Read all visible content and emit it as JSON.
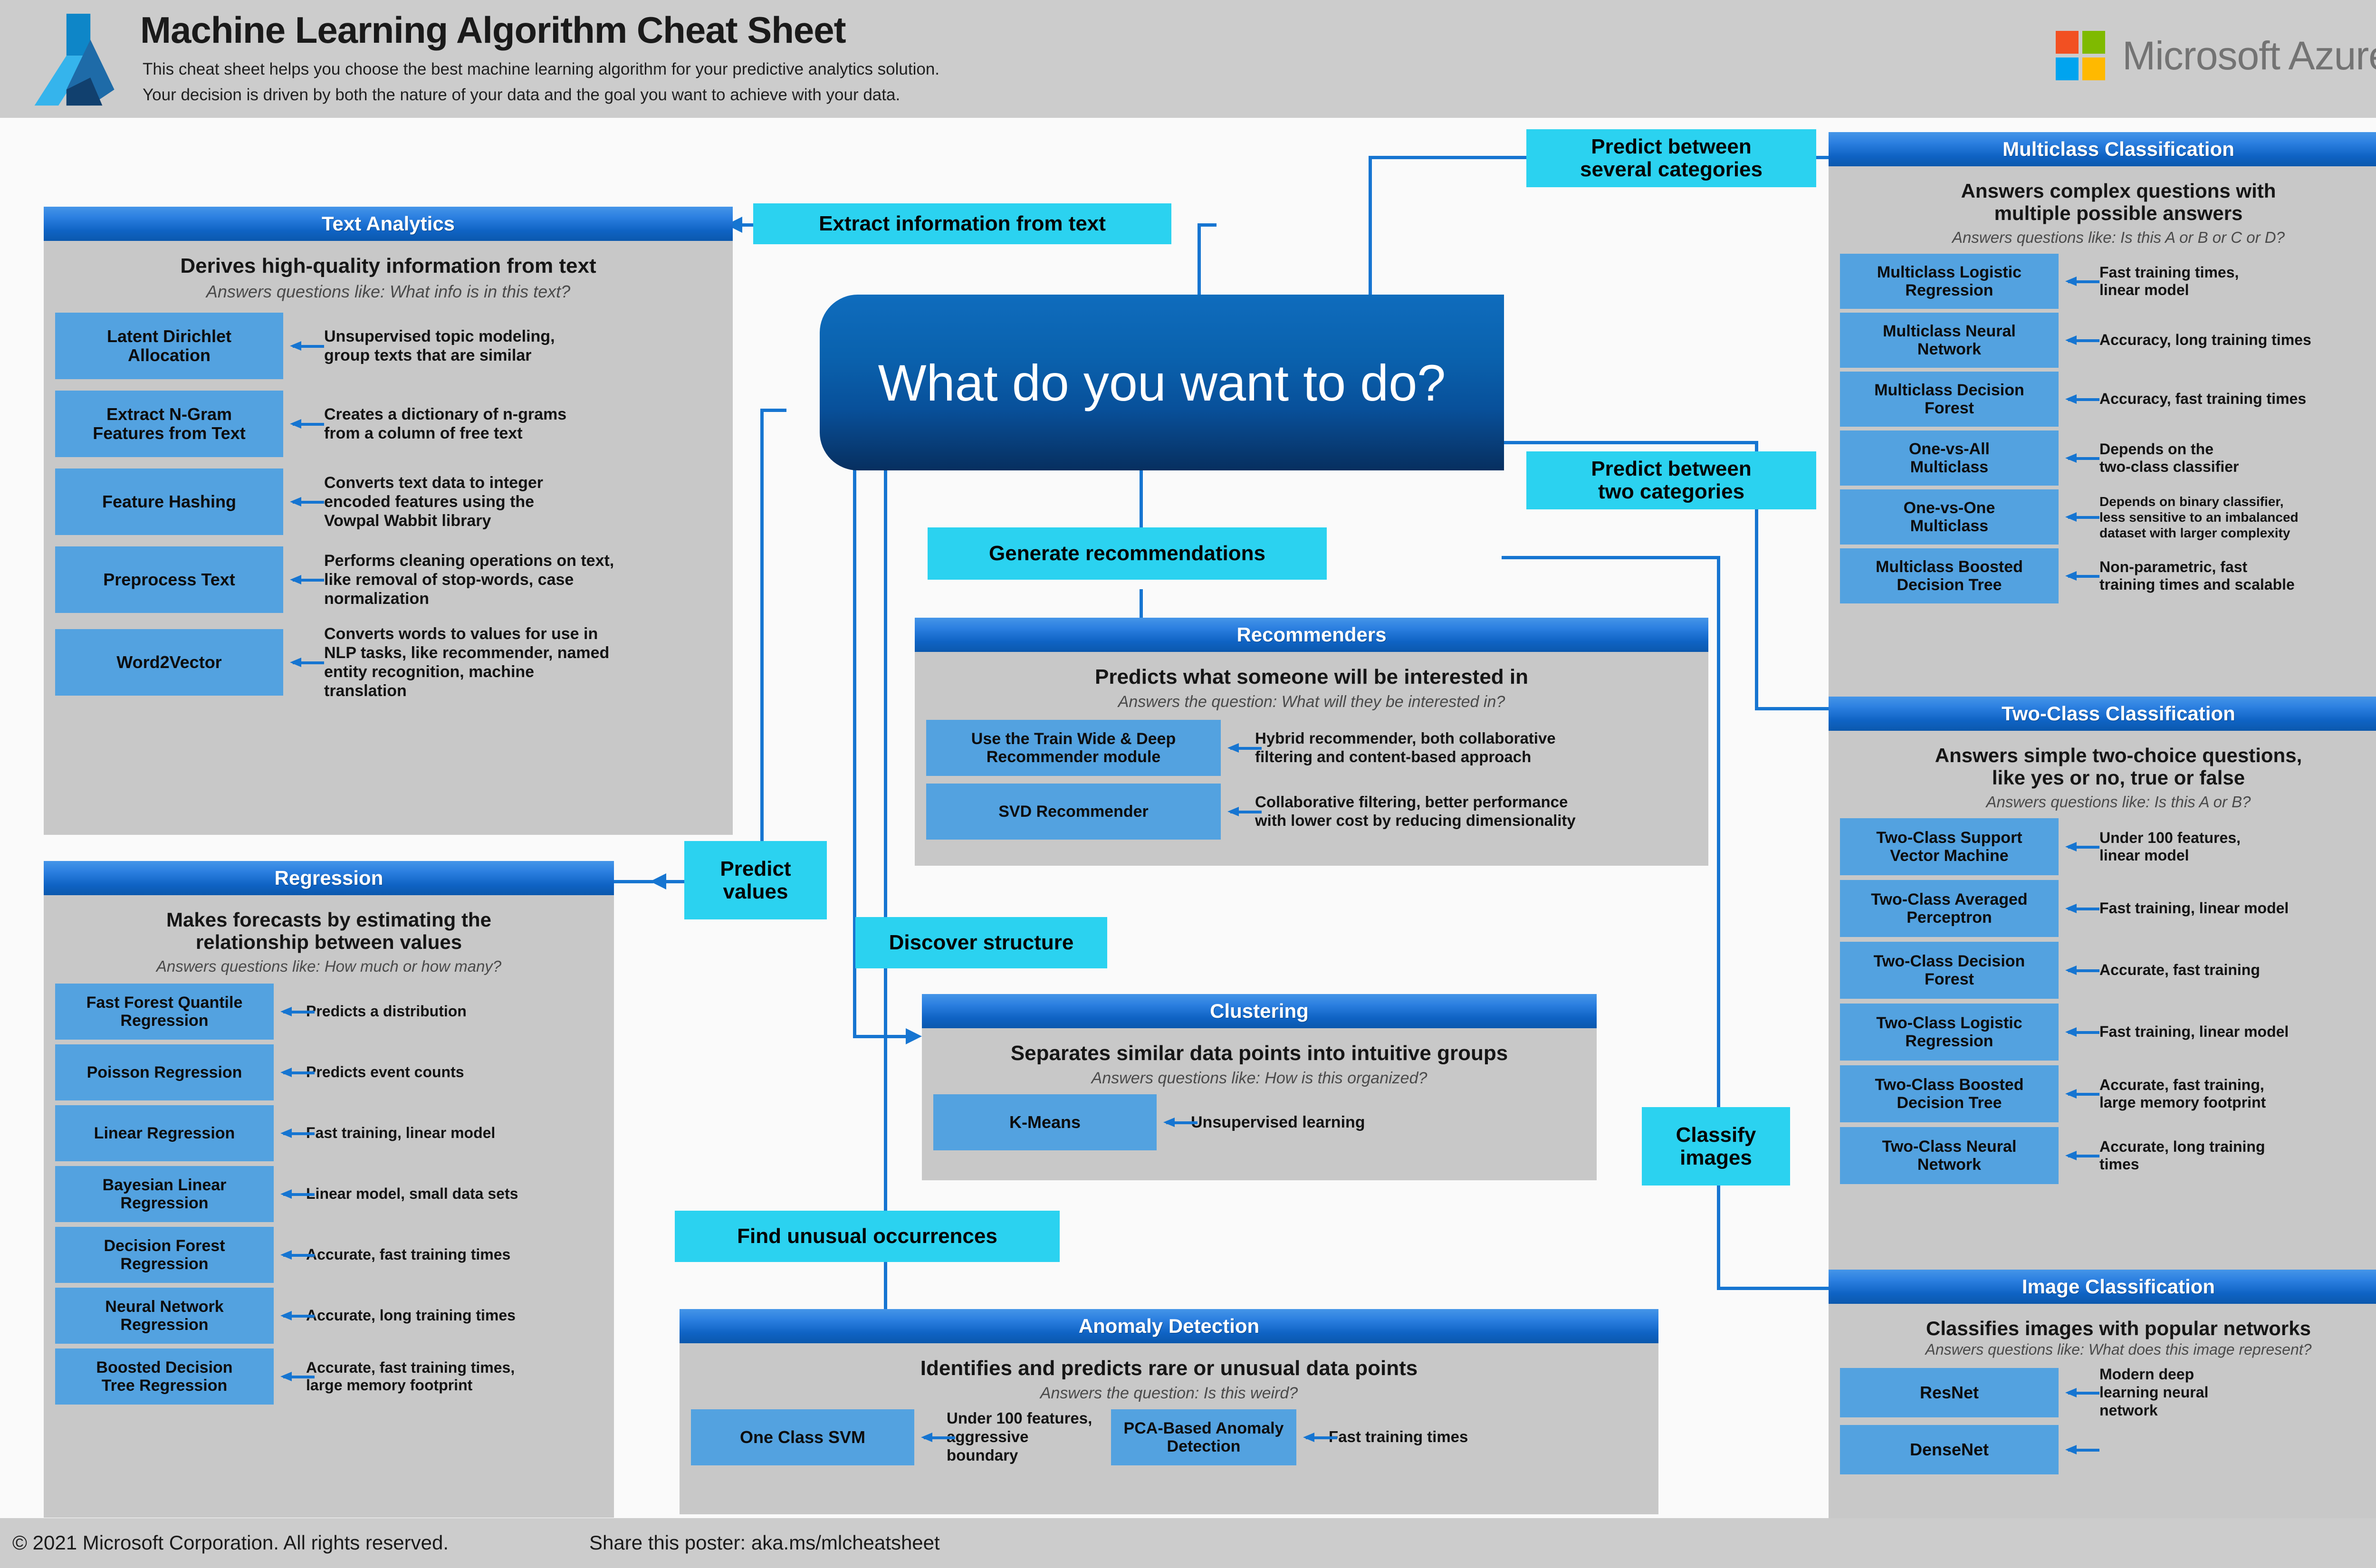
{
  "header": {
    "title": "Machine Learning Algorithm Cheat Sheet",
    "subtitle_line1": "This cheat sheet helps you choose the best machine learning algorithm for your predictive analytics solution.",
    "subtitle_line2": "Your decision is driven by both the nature of your data and the goal you want to achieve with your data.",
    "brand": "Microsoft Azure",
    "logo_icon": "azure-logo-icon",
    "brand_icon": "microsoft-squares-icon",
    "brand_colors": [
      "#f25022",
      "#7fba00",
      "#00a4ef",
      "#ffb900"
    ]
  },
  "hub": {
    "label": "What do you want to do?"
  },
  "colors": {
    "panel_header_top": "#4596e8",
    "panel_header_bottom": "#0b58ad",
    "panel_body": "#c8c8c8",
    "algo_chip": "#53a2e0",
    "cyan_label": "#2bd2f0",
    "connector": "#1675d1",
    "header_bar": "#cccccc",
    "page_background": "#fafafa"
  },
  "decisions": [
    {
      "id": "extract-information-from-text",
      "label": "Extract information from text"
    },
    {
      "id": "predict-between-several-categories",
      "label": "Predict between\nseveral categories"
    },
    {
      "id": "predict-between-two-categories",
      "label": "Predict between\ntwo categories"
    },
    {
      "id": "generate-recommendations",
      "label": "Generate recommendations"
    },
    {
      "id": "predict-values",
      "label": "Predict\nvalues"
    },
    {
      "id": "discover-structure",
      "label": "Discover structure"
    },
    {
      "id": "find-unusual-occurrences",
      "label": "Find unusual occurrences"
    },
    {
      "id": "classify-images",
      "label": "Classify\nimages"
    }
  ],
  "panels": [
    {
      "id": "text-analytics",
      "title": "Text Analytics",
      "lead": "Derives high-quality information from text",
      "question": "Answers questions like: What info is in this text?",
      "algorithms": [
        {
          "name": "Latent Dirichlet\nAllocation",
          "desc": "Unsupervised topic modeling,\ngroup texts that are similar"
        },
        {
          "name": "Extract N-Gram\nFeatures from Text",
          "desc": "Creates a dictionary of n-grams\nfrom a column of free text"
        },
        {
          "name": "Feature Hashing",
          "desc": "Converts text data to integer\nencoded features using the\nVowpal Wabbit library"
        },
        {
          "name": "Preprocess Text",
          "desc": "Performs cleaning operations on text,\nlike removal of stop-words, case\nnormalization"
        },
        {
          "name": "Word2Vector",
          "desc": "Converts words to values for use in\nNLP tasks, like recommender, named\nentity recognition, machine\ntranslation"
        }
      ]
    },
    {
      "id": "multiclass-classification",
      "title": "Multiclass Classification",
      "lead": "Answers complex questions with\nmultiple possible answers",
      "question": "Answers questions like: Is this A or B or C or D?",
      "algorithms": [
        {
          "name": "Multiclass Logistic\nRegression",
          "desc": "Fast training times,\nlinear model"
        },
        {
          "name": "Multiclass Neural\nNetwork",
          "desc": "Accuracy, long training times"
        },
        {
          "name": "Multiclass Decision\nForest",
          "desc": "Accuracy, fast training times"
        },
        {
          "name": "One-vs-All\nMulticlass",
          "desc": "Depends on the\ntwo-class classifier"
        },
        {
          "name": "One-vs-One\nMulticlass",
          "desc": "Depends on binary classifier,\nless sensitive to an imbalanced\ndataset with larger complexity"
        },
        {
          "name": "Multiclass Boosted\nDecision Tree",
          "desc": "Non-parametric, fast\ntraining times and scalable"
        }
      ]
    },
    {
      "id": "two-class-classification",
      "title": "Two-Class Classification",
      "lead": "Answers simple two-choice questions,\nlike yes or no, true or false",
      "question": "Answers questions like: Is this A or B?",
      "algorithms": [
        {
          "name": "Two-Class Support\nVector Machine",
          "desc": "Under 100 features,\nlinear model"
        },
        {
          "name": "Two-Class Averaged\nPerceptron",
          "desc": "Fast training, linear model"
        },
        {
          "name": "Two-Class Decision\nForest",
          "desc": "Accurate, fast training"
        },
        {
          "name": "Two-Class Logistic\nRegression",
          "desc": "Fast training, linear model"
        },
        {
          "name": "Two-Class Boosted\nDecision Tree",
          "desc": "Accurate, fast training,\nlarge memory footprint"
        },
        {
          "name": "Two-Class Neural\nNetwork",
          "desc": "Accurate, long training\ntimes"
        }
      ]
    },
    {
      "id": "image-classification",
      "title": "Image Classification",
      "lead": "Classifies images with popular networks",
      "question": "Answers questions like: What does this image represent?",
      "algorithms": [
        {
          "name": "ResNet",
          "desc": "Modern deep\nlearning neural\nnetwork"
        },
        {
          "name": "DenseNet",
          "desc": ""
        }
      ]
    },
    {
      "id": "regression",
      "title": "Regression",
      "lead": "Makes forecasts by estimating the\nrelationship between values",
      "question": "Answers questions like: How much or how many?",
      "algorithms": [
        {
          "name": "Fast Forest Quantile\nRegression",
          "desc": "Predicts a distribution"
        },
        {
          "name": "Poisson Regression",
          "desc": "Predicts event counts"
        },
        {
          "name": "Linear Regression",
          "desc": "Fast training, linear model"
        },
        {
          "name": "Bayesian Linear\nRegression",
          "desc": "Linear model, small data sets"
        },
        {
          "name": "Decision Forest\nRegression",
          "desc": "Accurate, fast training times"
        },
        {
          "name": "Neural Network\nRegression",
          "desc": "Accurate, long training times"
        },
        {
          "name": "Boosted Decision\nTree Regression",
          "desc": "Accurate, fast training times,\nlarge memory footprint"
        }
      ]
    },
    {
      "id": "recommenders",
      "title": "Recommenders",
      "lead": "Predicts what someone will be interested in",
      "question": "Answers the question: What will they be interested in?",
      "algorithms": [
        {
          "name": "Use the Train Wide & Deep\nRecommender module",
          "desc": "Hybrid recommender, both collaborative\nfiltering and content-based approach"
        },
        {
          "name": "SVD Recommender",
          "desc": "Collaborative filtering, better performance\nwith lower cost by reducing dimensionality"
        }
      ]
    },
    {
      "id": "clustering",
      "title": "Clustering",
      "lead": "Separates similar data points into intuitive groups",
      "question": "Answers questions like: How is this organized?",
      "algorithms": [
        {
          "name": "K-Means",
          "desc": "Unsupervised learning"
        }
      ]
    },
    {
      "id": "anomaly-detection",
      "title": "Anomaly Detection",
      "lead": "Identifies and predicts rare or unusual data points",
      "question": "Answers the question: Is this weird?",
      "algorithms": [
        {
          "name": "One Class SVM",
          "desc": "Under 100 features,\naggressive boundary"
        },
        {
          "name": "PCA-Based Anomaly\nDetection",
          "desc": "Fast training times"
        }
      ]
    }
  ],
  "footer": {
    "copyright": "© 2021 Microsoft Corporation. All rights reserved.",
    "share": "Share this poster: aka.ms/mlcheatsheet"
  }
}
